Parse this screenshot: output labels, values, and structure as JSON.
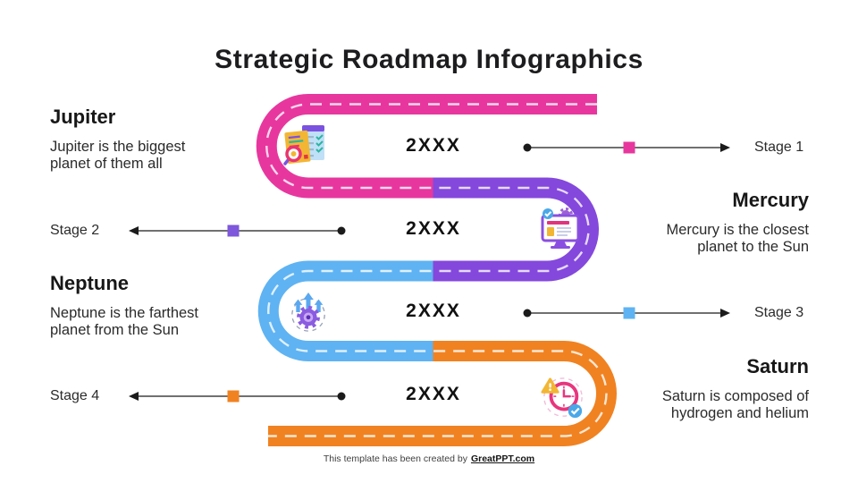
{
  "slide": {
    "title": "Strategic Roadmap Infographics",
    "footer": {
      "prefix": "This template has been created by",
      "link_text": "GreatPPT.com"
    }
  },
  "road": {
    "dash_color": "rgba(255,255,255,0.8)",
    "segment_colors": [
      "#E7379E",
      "#8448DC",
      "#5FB3F2",
      "#EF7B21"
    ]
  },
  "rows": [
    {
      "planet": "Jupiter",
      "description_line1": "Jupiter is the biggest",
      "description_line2": "planet of them all",
      "year": "2XXX",
      "stage_label": "Stage 1",
      "road_color": "#E7379E",
      "marker_color": "#E7379E",
      "icon": "document-search-icon"
    },
    {
      "planet": "Mercury",
      "description_line1": "Mercury is the closest",
      "description_line2": "planet to the Sun",
      "year": "2XXX",
      "stage_label": "Stage 2",
      "road_color": "#8448DC",
      "marker_color": "#7E57DC",
      "icon": "monitor-gear-icon"
    },
    {
      "planet": "Neptune",
      "description_line1": "Neptune is the farthest",
      "description_line2": "planet from the Sun",
      "year": "2XXX",
      "stage_label": "Stage 3",
      "road_color": "#5FB3F2",
      "marker_color": "#5FB3F2",
      "icon": "launch-gear-icon"
    },
    {
      "planet": "Saturn",
      "description_line1": "Saturn is composed of",
      "description_line2": "hydrogen and helium",
      "year": "2XXX",
      "stage_label": "Stage 4",
      "road_color": "#F08221",
      "marker_color": "#F08221",
      "icon": "clock-alert-icon"
    }
  ]
}
